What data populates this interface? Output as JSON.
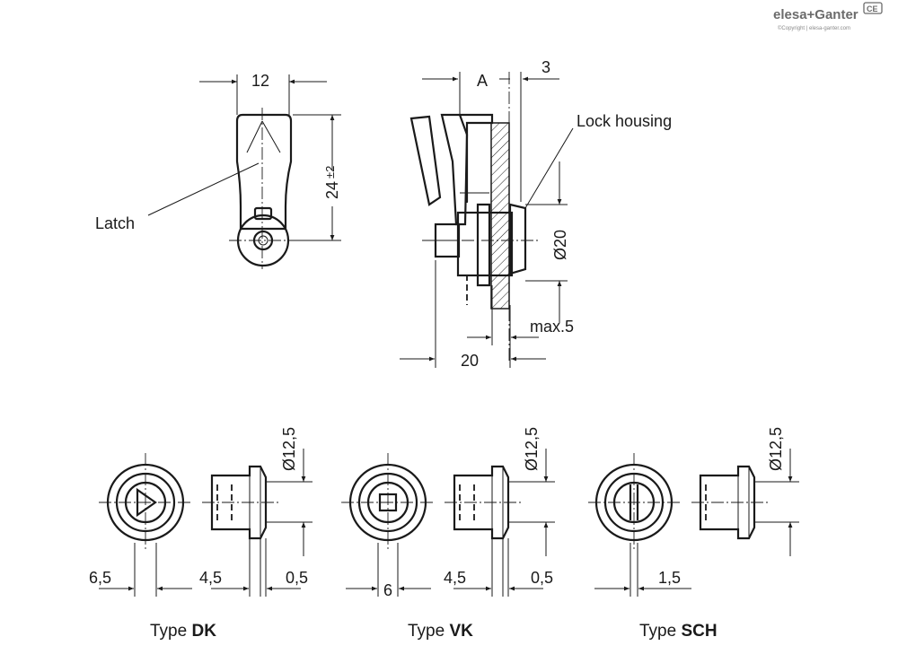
{
  "brand": {
    "name": "elesa+Ganter",
    "copyright": "©Copyright | elesa-ganter.com"
  },
  "top_view": {
    "width_dim": "12",
    "height_dim_value": "24",
    "height_dim_tol": "±2",
    "latch_label": "Latch"
  },
  "side_view": {
    "dim_a": "A",
    "dim_3": "3",
    "lock_housing_label": "Lock housing",
    "dia_20": "Ø20",
    "max5": "max.5",
    "dim_20": "20"
  },
  "types": [
    {
      "prefix": "Type ",
      "code": "DK",
      "dim_dia": "Ø12,5",
      "dim_left": "6,5",
      "dim_mid": "4,5",
      "dim_right": "0,5"
    },
    {
      "prefix": "Type ",
      "code": "VK",
      "dim_dia": "Ø12,5",
      "dim_left": "6",
      "dim_mid": "4,5",
      "dim_right": "0,5"
    },
    {
      "prefix": "Type ",
      "code": "SCH",
      "dim_dia": "Ø12,5",
      "dim_left": "1,5"
    }
  ]
}
